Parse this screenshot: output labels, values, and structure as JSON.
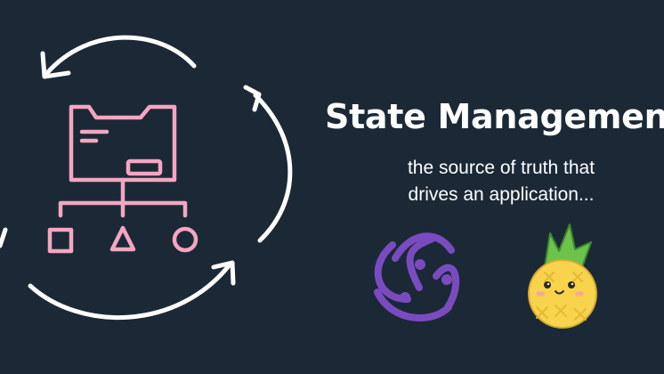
{
  "banner": {
    "title": "State Managemen",
    "subtitle_line_1": "the source of truth that",
    "subtitle_line_2": "drives an application..."
  },
  "graphics": {
    "cycle_arrows_icon": "circular-arrows",
    "hierarchy_icon": "folder-hierarchy-diagram",
    "logos": [
      "redux-logo",
      "pinia-logo"
    ]
  },
  "colors": {
    "background": "#1b2937",
    "text": "#ffffff",
    "hierarchy_icon": "#f4a6c1",
    "redux_logo": "#7a4bc0",
    "pinia_body": "#f7d44c",
    "pinia_leaves": "#6cc24a"
  }
}
